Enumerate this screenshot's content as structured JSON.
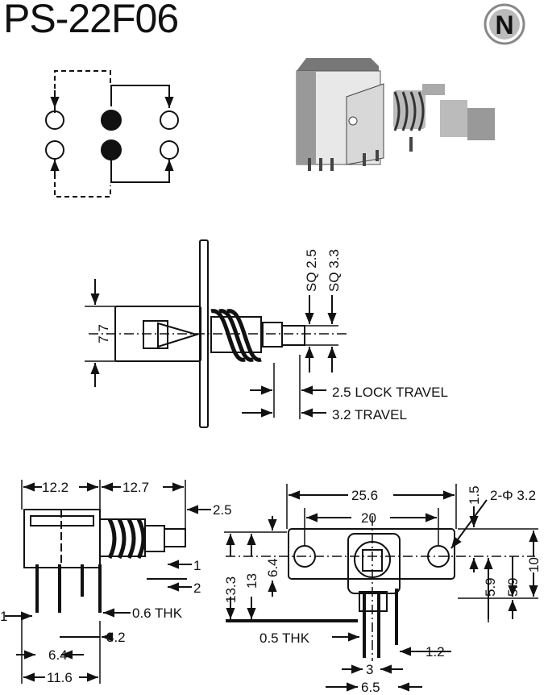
{
  "title": "PS-22F06",
  "logo_text": "N",
  "side_view": {
    "sq_small": "SQ 2.5",
    "sq_large": "SQ 3.3",
    "height": "7.7",
    "lock_travel": "2.5 LOCK TRAVEL",
    "travel": "3.2 TRAVEL"
  },
  "front_view": {
    "width_left": "12.2",
    "width_right": "12.7",
    "stem": "2.5",
    "d1": "1",
    "d2": "2",
    "pin_thk": "0.6 THK",
    "pin_gap": "1",
    "pitch": "3.2",
    "row_spacing": "6.4",
    "total_width": "11.6"
  },
  "top_view": {
    "length": "25.6",
    "hole_spacing": "20",
    "ear": "1.5",
    "holes": "2-Φ 3.2",
    "h_total": "13.3",
    "h_body": "13",
    "hole_h": "6.4",
    "off1": "5.9",
    "off2": "5.9",
    "bracket_h": "10",
    "thk": "0.5 THK",
    "pin_w": "1.2",
    "pin_pitch": "3",
    "pin_span": "6.5"
  }
}
